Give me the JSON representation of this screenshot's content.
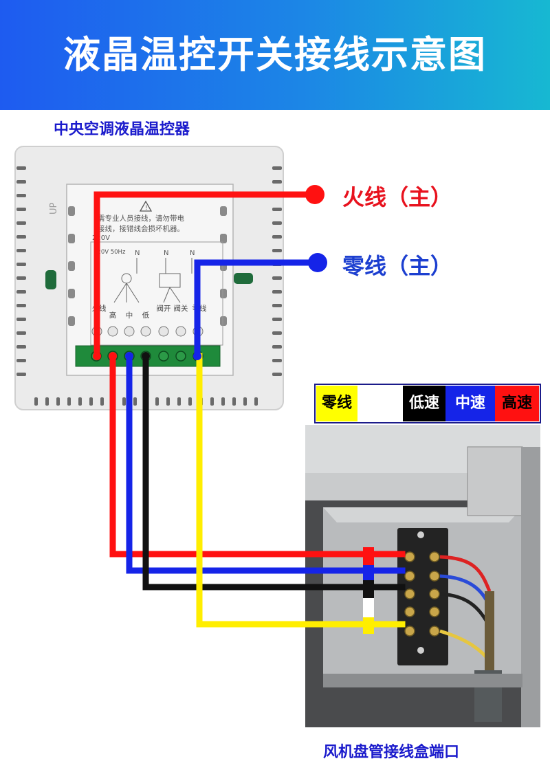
{
  "header": {
    "title": "液晶温控开关接线示意图"
  },
  "thermostat": {
    "label": "中央空调液晶温控器",
    "up_mark": "UP",
    "warning_line1": "需专业人员接线，请勿带电",
    "warning_line2": "接线，接错线会损坏机器。",
    "voltage": "220V",
    "rating": "220V 50Hz",
    "terminal_labels": [
      "火线",
      "高",
      "中",
      "低",
      "阀开",
      "阀关",
      "零线"
    ],
    "diagram_marks": [
      "N",
      "N",
      "N"
    ]
  },
  "wires": {
    "live_label": "火线（主）",
    "neutral_label": "零线（主）"
  },
  "legend": {
    "items": [
      {
        "label": "零线",
        "bg": "#ffff00",
        "fg": "#000000"
      },
      {
        "label": "",
        "bg": "#ffffff",
        "fg": "#000000"
      },
      {
        "label": "低速",
        "bg": "#000000",
        "fg": "#ffffff"
      },
      {
        "label": "中速",
        "bg": "#1524e8",
        "fg": "#ffffff"
      },
      {
        "label": "高速",
        "bg": "#ff1111",
        "fg": "#000000"
      }
    ]
  },
  "junction_box": {
    "label": "风机盘管接线盒端口"
  },
  "colors": {
    "live": "#ff1111",
    "neutral": "#1524e8",
    "high": "#ff1111",
    "medium": "#1524e8",
    "low": "#111111",
    "fan_neutral": "#ffee00",
    "terminal_green": "#1f8a3b"
  }
}
